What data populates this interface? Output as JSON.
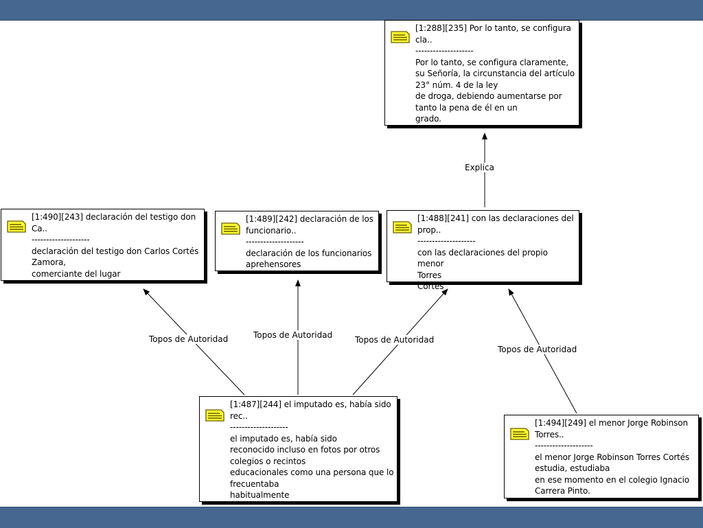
{
  "nodes": {
    "n288": {
      "text": "[1:288][235] Por lo tanto, se configura\ncla..\n--------------------\nPor lo tanto, se configura claramente,\nsu Señoría, la circunstancia del artículo\n23° núm. 4 de la ley\nde droga, debiendo aumentarse por\ntanto la pena de él en un\ngrado."
    },
    "n490": {
      "text": "[1:490][243] declaración del testigo don\nCa..\n--------------------\ndeclaración del testigo don Carlos Cortés\nZamora,\ncomerciante del lugar"
    },
    "n489": {
      "text": "[1:489][242] declaración de los\nfuncionario..\n--------------------\ndeclaración de los funcionarios\naprehensores"
    },
    "n488": {
      "text": "[1:488][241] con las declaraciones del\nprop..\n--------------------\ncon las declaraciones del propio menor\nTorres\nCortés"
    },
    "n487": {
      "text": "[1:487][244] el imputado es, había sido\nrec..\n--------------------\nel imputado es, había sido\nreconocido incluso en fotos por otros\ncolegios o recintos\neducacionales como una persona que lo\nfrecuentaba\nhabitualmente"
    },
    "n494": {
      "text": "[1:494][249] el menor Jorge Robinson\nTorres..\n--------------------\nel menor Jorge Robinson Torres Cortés\nestudia, estudiaba\nen ese momento en el colegio Ignacio\nCarrera Pinto."
    }
  },
  "edges": {
    "explica": "Explica",
    "topos1": "Topos de Autoridad",
    "topos2": "Topos de Autoridad",
    "topos3": "Topos de Autoridad",
    "topos4": "Topos de Autoridad"
  },
  "icons": {
    "memo": "memo-note-icon"
  },
  "colors": {
    "band": "#46678f",
    "memo_fill": "#ffff33",
    "memo_lines": "#6a5a00"
  }
}
